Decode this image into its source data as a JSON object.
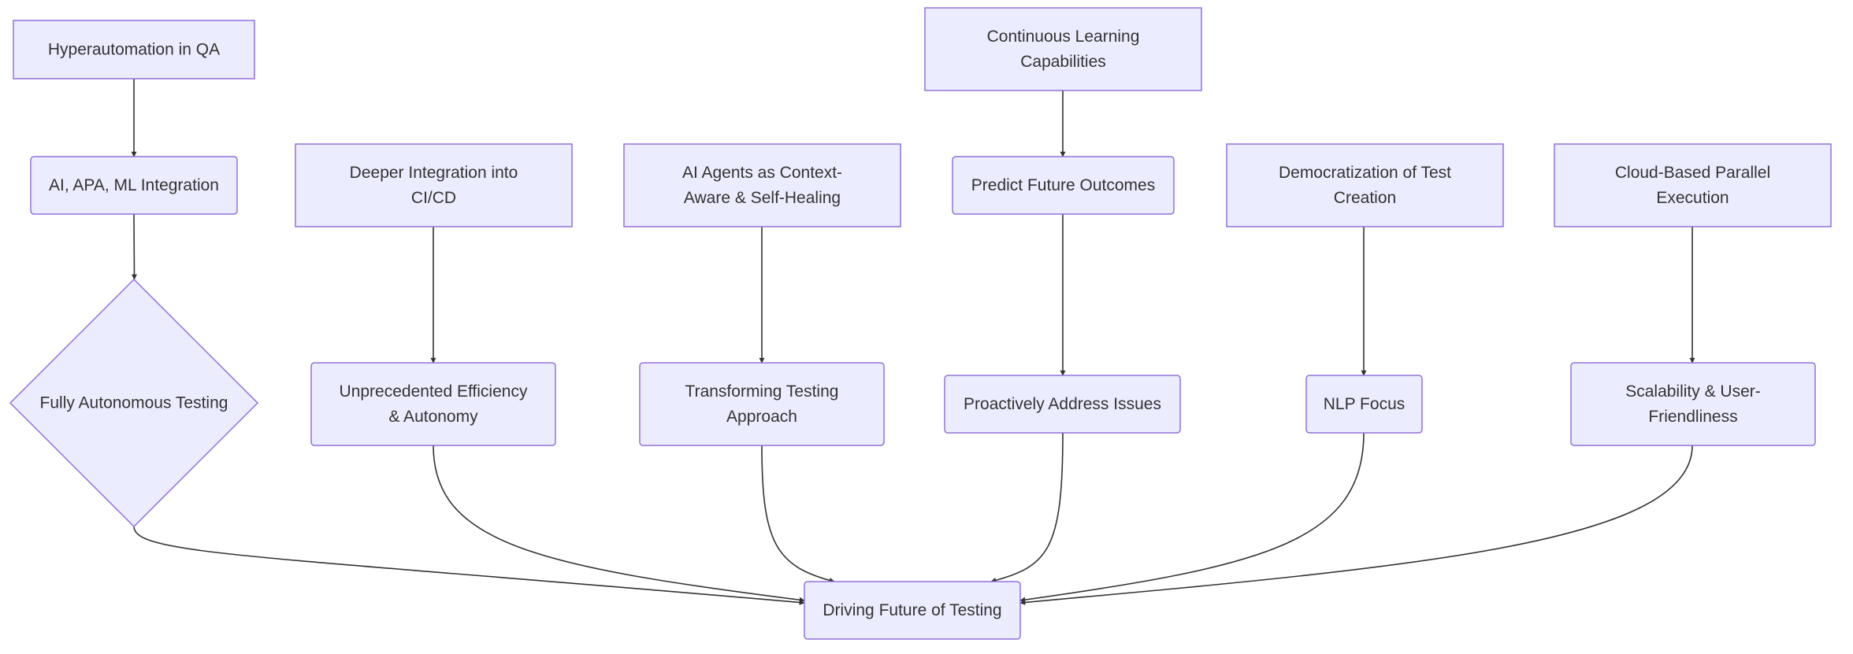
{
  "nodes": {
    "hyperautomation": {
      "lines": [
        "Hyperautomation in QA"
      ]
    },
    "ai_apa_ml": {
      "lines": [
        "AI, APA, ML Integration"
      ]
    },
    "fully_autonomous": {
      "lines": [
        "Fully Autonomous Testing"
      ]
    },
    "deeper_integration": {
      "lines": [
        "Deeper Integration into",
        "CI/CD"
      ]
    },
    "unprecedented": {
      "lines": [
        "Unprecedented Efficiency",
        "& Autonomy"
      ]
    },
    "ai_agents": {
      "lines": [
        "AI Agents as Context-",
        "Aware & Self-Healing"
      ]
    },
    "transforming": {
      "lines": [
        "Transforming Testing",
        "Approach"
      ]
    },
    "continuous_learning": {
      "lines": [
        "Continuous Learning",
        "Capabilities"
      ]
    },
    "predict": {
      "lines": [
        "Predict Future Outcomes"
      ]
    },
    "proactively": {
      "lines": [
        "Proactively Address Issues"
      ]
    },
    "democratization": {
      "lines": [
        "Democratization of Test",
        "Creation"
      ]
    },
    "nlp": {
      "lines": [
        "NLP Focus"
      ]
    },
    "cloud": {
      "lines": [
        "Cloud-Based Parallel",
        "Execution"
      ]
    },
    "scalability": {
      "lines": [
        "Scalability & User-",
        "Friendliness"
      ]
    },
    "driving": {
      "lines": [
        "Driving Future of Testing"
      ]
    }
  },
  "edges": [
    {
      "from": "hyperautomation",
      "to": "ai_apa_ml"
    },
    {
      "from": "ai_apa_ml",
      "to": "fully_autonomous"
    },
    {
      "from": "fully_autonomous",
      "to": "driving"
    },
    {
      "from": "deeper_integration",
      "to": "unprecedented"
    },
    {
      "from": "unprecedented",
      "to": "driving"
    },
    {
      "from": "ai_agents",
      "to": "transforming"
    },
    {
      "from": "transforming",
      "to": "driving"
    },
    {
      "from": "continuous_learning",
      "to": "predict"
    },
    {
      "from": "predict",
      "to": "proactively"
    },
    {
      "from": "proactively",
      "to": "driving"
    },
    {
      "from": "democratization",
      "to": "nlp"
    },
    {
      "from": "nlp",
      "to": "driving"
    },
    {
      "from": "cloud",
      "to": "scalability"
    },
    {
      "from": "scalability",
      "to": "driving"
    }
  ],
  "colors": {
    "node_fill": "#ECECFF",
    "node_stroke": "#9370DB",
    "edge": "#333333",
    "text": "#333333"
  }
}
